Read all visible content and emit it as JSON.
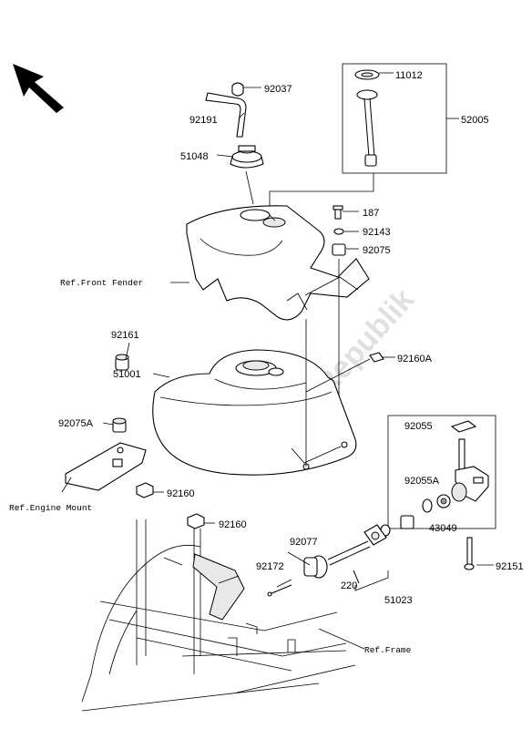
{
  "diagram": {
    "watermark": "PartsRepublik",
    "direction_arrow": "front-direction-arrow",
    "part_numbers": {
      "p92037": "92037",
      "p92191": "92191",
      "p51048": "51048",
      "p11012": "11012",
      "p52005": "52005",
      "p187": "187",
      "p92143": "92143",
      "p92075": "92075",
      "p92161": "92161",
      "p92160A": "92160A",
      "p51001": "51001",
      "p92075A": "92075A",
      "p92055": "92055",
      "p92055A": "92055A",
      "p43049": "43049",
      "p92160a": "92160",
      "p92160b": "92160",
      "p92077": "92077",
      "p92172": "92172",
      "p220": "220",
      "p51023": "51023",
      "p92151": "92151"
    },
    "references": {
      "front_fender": "Ref.Front Fender",
      "engine_mount": "Ref.Engine Mount",
      "frame": "Ref.Frame"
    }
  }
}
